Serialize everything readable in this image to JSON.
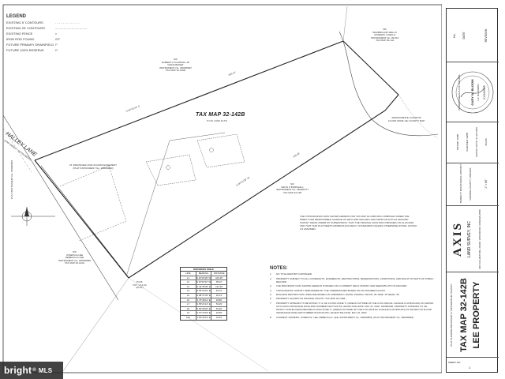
{
  "legend": {
    "title": "LEGEND",
    "rows": [
      {
        "label": "EXISTING 5' CONTOURS",
        "symbol": "- - - - - - - - - - - - -"
      },
      {
        "label": "EXISTING 25' CONTOURS",
        "symbol": "— — — — — — — —"
      },
      {
        "label": "EXISTING FENCE",
        "symbol": "x"
      },
      {
        "label": "IRON ROD FOUND",
        "symbol": "IRF"
      },
      {
        "label": "FUTURE PRIMARY DRAINFIELD",
        "symbol": "P"
      },
      {
        "label": "FUTURE 100% RESERVE",
        "symbol": "R"
      }
    ]
  },
  "plan": {
    "tax_map_title": "TAX MAP 32-142B",
    "tax_map_sub": "P.O.B. (ODD PLAT)",
    "road_name": "HALLEY LANE",
    "road_sub": "(R/W VARIES - INSTRUMENT)",
    "labels": {
      "north_owner": "N/F\nBARBRA AND WELLS\nHOWARD J WELLS\nINSTRUMENT No. 09-014\nTAX MAP 32-142",
      "robert": "N/F\nROBERT A JOHNSON JR\nDIANA BAKER\nINSTRUMENT No. 180005997\nTAX MAP 32-136D",
      "easement": "15' DRAINFIELD AND ACCESS EASEMENT\n(PLAT INSTRUMENT No. 180000860)",
      "approx_loc": "APPROXIMATE LOCATION\nFLOOD ZONE 'AE' COUNTY MAP",
      "keith": "N/F\nKEITH P BURKHALL\nINSTRUMENT No. 180005777\nTAX MAP 32-148",
      "joseph": "N/F\nJOSEPH E LEE\nREBECCA A LEE\nINSTRUMENT No. 180000869\nTAX MAP 32-142A",
      "pob": "P.O.B.\nTOT. 1.14 AC\n(PLAT)",
      "plat": "PLAT INSTRUMENT No. 180000869"
    }
  },
  "distance_table": {
    "title": "DISTANCES TABLE",
    "headers": [
      "LINE",
      "BEARING",
      "DISTANCE"
    ],
    "rows": [
      [
        "L1",
        "N 26°33'18\" W",
        "106.45'"
      ],
      [
        "L2",
        "N 26°15'22\" W",
        "95.10'"
      ],
      [
        "L3",
        "N 42°36'45\" E",
        "134.40'"
      ],
      [
        "L4",
        "N 56°22'10\" E",
        "63.72'"
      ],
      [
        "L5",
        "N 88°47'32\" E",
        "92.13'"
      ],
      [
        "L6",
        "S 76°48'41\" E",
        "93.80'"
      ],
      [
        "L7",
        "S 55°21'12\" E",
        "53.29'"
      ],
      [
        "L8",
        "S 82°28'20\" E",
        "54.60'"
      ],
      [
        "L9",
        "S 67°13'43\" E",
        "46.55'"
      ],
      [
        "L10",
        "S 82°45'31\" E",
        "44.63'"
      ]
    ]
  },
  "topo_note": "THE TOPOGRAPHIC DATA SHOWN HEREON FOR TAX MAP 32-142B WAS COMPILED UNDER THE DIRECT AND RESPONSIBLE CHARGE OF WEYLAND WALLER LAND FROM AN ACTUAL GROUND SURVEY MADE UNDER MY SUPERVISION, THAT THE ORIGINAL DATA WAS OBTAINED ON 01-29-2025, AND THAT THIS PLAT MEETS MINIMUM ACCURACY STANDARDS UNLESS OTHERWISE NOTED. DATUM: 2.5 ASSUMED.",
  "notes": {
    "title": "NOTES:",
    "items": [
      "NO TITLE REPORT FURNISHED.",
      "PROPERTY SUBJECT TO ALL COVENANTS, EASEMENTS, RESTRICTIONS, RESERVATIONS, CONDITIONS, AND RIGHT OF WAYS OF PUBLIC RECORD.",
      "THE BOUNDARY DATA SHOWN HEREON IS BASED ON A CURRENT FIELD SURVEY AND DEEDS/PLATS OF RECORD.",
      "TOPOGRAPHIC SURVEY PERFORMED BY THE UNDERSIGNED BASED ON AN ASSUMED DATUM.",
      "BUILDING RESTRICTION LINES ARE BASED ON SUBURBAN / RURAL ZONING: FRONT: 35'   SIDE: 15'   REAR: 35'",
      "PROPERTY SHOWN ON ORANGE COUNTY TAX MAP 32-142B.",
      "PROPERTY APPEARS TO BE WITHIN 'X' & 'AE' FLOOD ZONE 'X' (AREAS OUTSIDE OF THE 0.2% ANNUAL CHANCE FLOODPLAIN) AS SHOWN ON FLOOD INSURANCE RATE MAP NUMBER 51137C0175C, EFFECTIVE DATE: MAY 22, 2002. HOWEVER, PROPERTY APPEARS TO LIE MOSTLY WITHIN FEMA DEFINED FLOOD ZONE 'X' (AREAS OUTSIDE OF THE 0.2% ANNUAL CHANCE FLOODPLAIN) AS SHOWN ON FLOOD INSURANCE RATE MAP NUMBER 51137C0175C, EFFECTIVE DATE: MAY 22, 2002.",
      "CURRENT OWNERS: JOSEPH E. LEE, REBECCA A. LEE, INSTRUMENT No. 180000869, (PLAT INSTRUMENT No. 180000869)"
    ]
  },
  "title_block": {
    "company": "AXIS",
    "company_sub": "LAND SURVEY, INC",
    "company_addr": "4401 KILLIANS MILL ROAD, WOODFORD, VIRGINIA 22580",
    "project_title": "TAX MAP 32-142B",
    "owner_name": "LEE PROPERTY",
    "district": "BARNETT MAGISTERIAL DISTRICT",
    "county": "ORANGE COUNTY, VIRGINIA",
    "plat_title": "PLAT SHOWING BOUNDARY & TOPOGRAPHIC SURVEY",
    "seal_state": "COMMONWEALTH OF VIRGINIA",
    "seal_name": "GARY W. BLOOM",
    "seal_lic": "Lic. No. 002084",
    "seal_date": "01/24/2025",
    "date_label": "DATE",
    "revision_label": "REVISION",
    "no_label": "No.",
    "scale": "1\" = 80'",
    "sheet": "SHEET NO.",
    "sheet_val": "1",
    "job_no": "25-045",
    "drawn": "DRAWN: GWB",
    "checked": "CHECKED: GWB",
    "survey_date": "SURVEY DATE: 01-20-2025"
  },
  "watermark": {
    "text": "bright",
    "reg": "®",
    "sub": "MLS"
  }
}
